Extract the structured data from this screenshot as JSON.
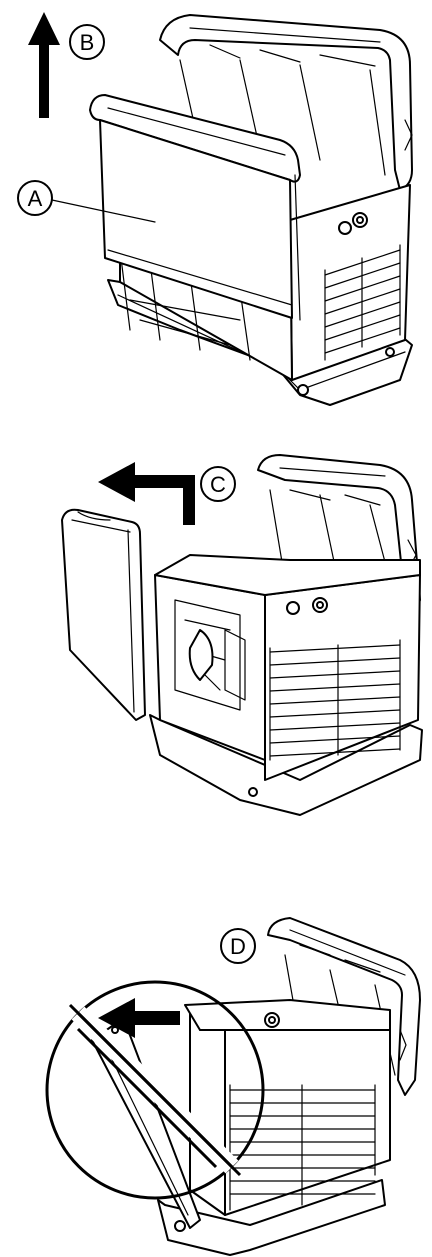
{
  "figure": {
    "panels": [
      {
        "id": "top",
        "callouts": [
          "B",
          "A"
        ]
      },
      {
        "id": "middle",
        "callouts": [
          "C"
        ]
      },
      {
        "id": "bottom",
        "callouts": [
          "D"
        ]
      }
    ]
  },
  "labels": {
    "b": "B",
    "a": "A",
    "c": "C",
    "d": "D"
  },
  "icons": {
    "up_arrow": "arrow-up-icon",
    "left_turn_arrow": "arrow-turn-left-icon",
    "left_arrow": "arrow-left-icon",
    "prohibited": "prohibited-icon"
  },
  "colors": {
    "line": "#000000",
    "background": "#ffffff"
  }
}
